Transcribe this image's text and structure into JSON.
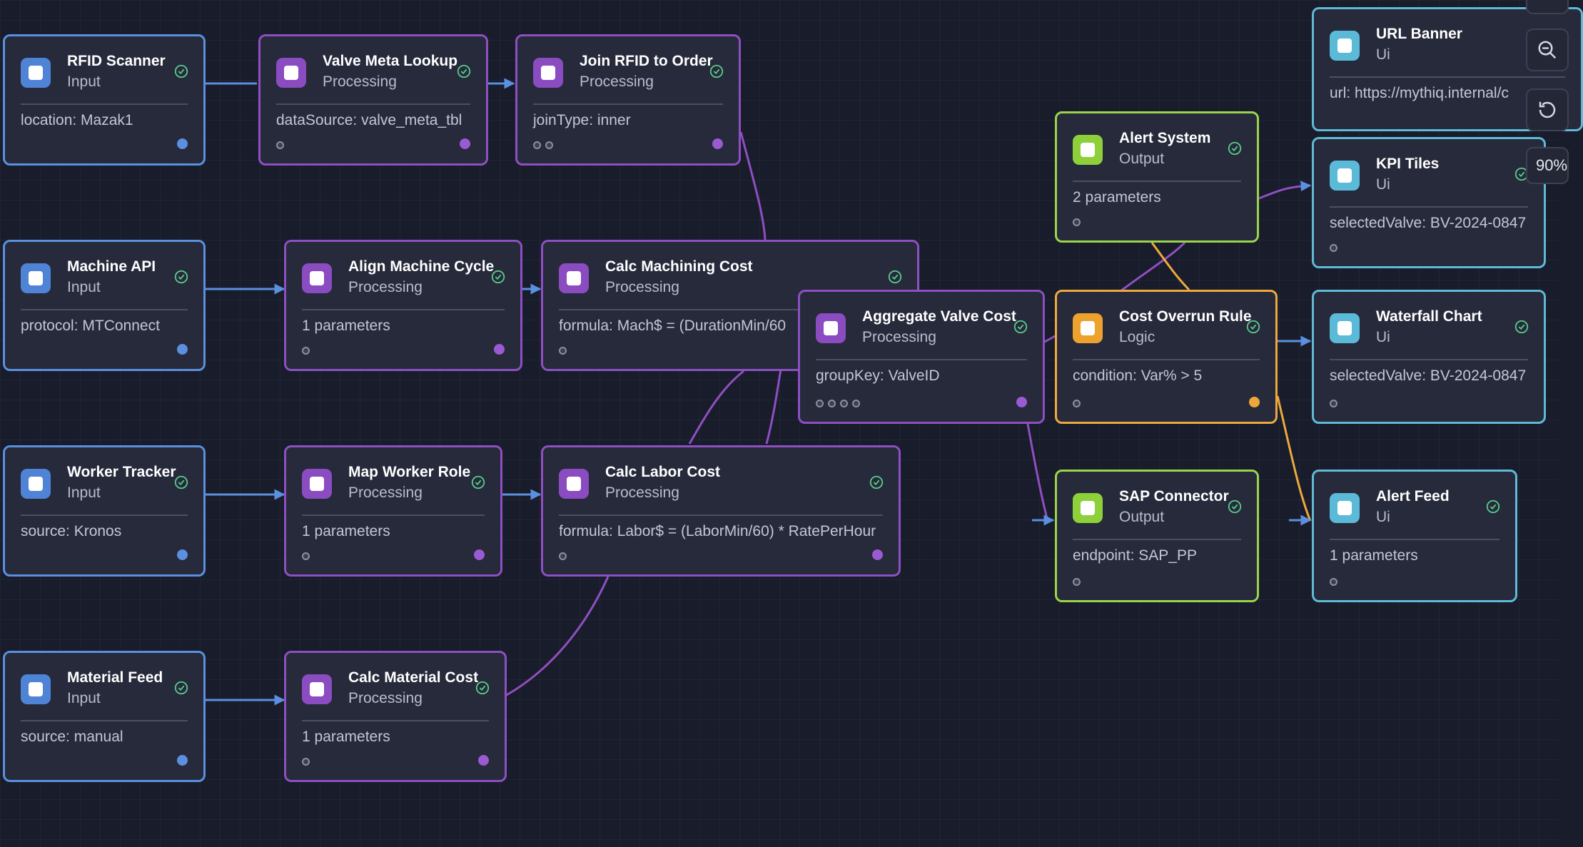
{
  "nodes": {
    "rfid": {
      "title": "RFID Scanner",
      "type": "Input",
      "param": "location: Mazak1"
    },
    "valve_meta": {
      "title": "Valve Meta Lookup",
      "type": "Processing",
      "param": "dataSource: valve_meta_tbl"
    },
    "join_rfid": {
      "title": "Join RFID to Order",
      "type": "Processing",
      "param": "joinType: inner"
    },
    "machine_api": {
      "title": "Machine API",
      "type": "Input",
      "param": "protocol: MTConnect"
    },
    "align_cycle": {
      "title": "Align Machine Cycle",
      "type": "Processing",
      "param": "1 parameters"
    },
    "calc_machining": {
      "title": "Calc Machining Cost",
      "type": "Processing",
      "param": "formula: Mach$ = (DurationMin/60"
    },
    "worker_tracker": {
      "title": "Worker Tracker",
      "type": "Input",
      "param": "source: Kronos"
    },
    "map_worker": {
      "title": "Map Worker Role",
      "type": "Processing",
      "param": "1 parameters"
    },
    "calc_labor": {
      "title": "Calc Labor Cost",
      "type": "Processing",
      "param": "formula: Labor$ = (LaborMin/60) * RatePerHour"
    },
    "material_feed": {
      "title": "Material Feed",
      "type": "Input",
      "param": "source: manual"
    },
    "calc_material": {
      "title": "Calc Material Cost",
      "type": "Processing",
      "param": "1 parameters"
    },
    "aggregate": {
      "title": "Aggregate Valve Cost",
      "type": "Processing",
      "param": "groupKey: ValveID"
    },
    "alert_system": {
      "title": "Alert System",
      "type": "Output",
      "param": "2 parameters"
    },
    "cost_overrun": {
      "title": "Cost Overrun Rule",
      "type": "Logic",
      "param": "condition: Var% > 5"
    },
    "sap_connector": {
      "title": "SAP Connector",
      "type": "Output",
      "param": "endpoint: SAP_PP"
    },
    "url_banner": {
      "title": "URL Banner",
      "type": "Ui",
      "param": "url: https://mythiq.internal/c"
    },
    "kpi_tiles": {
      "title": "KPI Tiles",
      "type": "Ui",
      "param": "selectedValve: BV-2024-0847"
    },
    "waterfall": {
      "title": "Waterfall Chart",
      "type": "Ui",
      "param": "selectedValve: BV-2024-0847"
    },
    "alert_feed": {
      "title": "Alert Feed",
      "type": "Ui",
      "param": "1 parameters"
    }
  },
  "controls": {
    "zoom_level": "90%",
    "zoom_out_icon": "zoom-out-icon",
    "reset_icon": "rotate-ccw-icon"
  },
  "colors": {
    "input": "#5b8fe0",
    "processing": "#8e4fc2",
    "output": "#9bd44a",
    "logic": "#eda93e",
    "ui": "#5fbad8",
    "check": "#59c98a"
  }
}
